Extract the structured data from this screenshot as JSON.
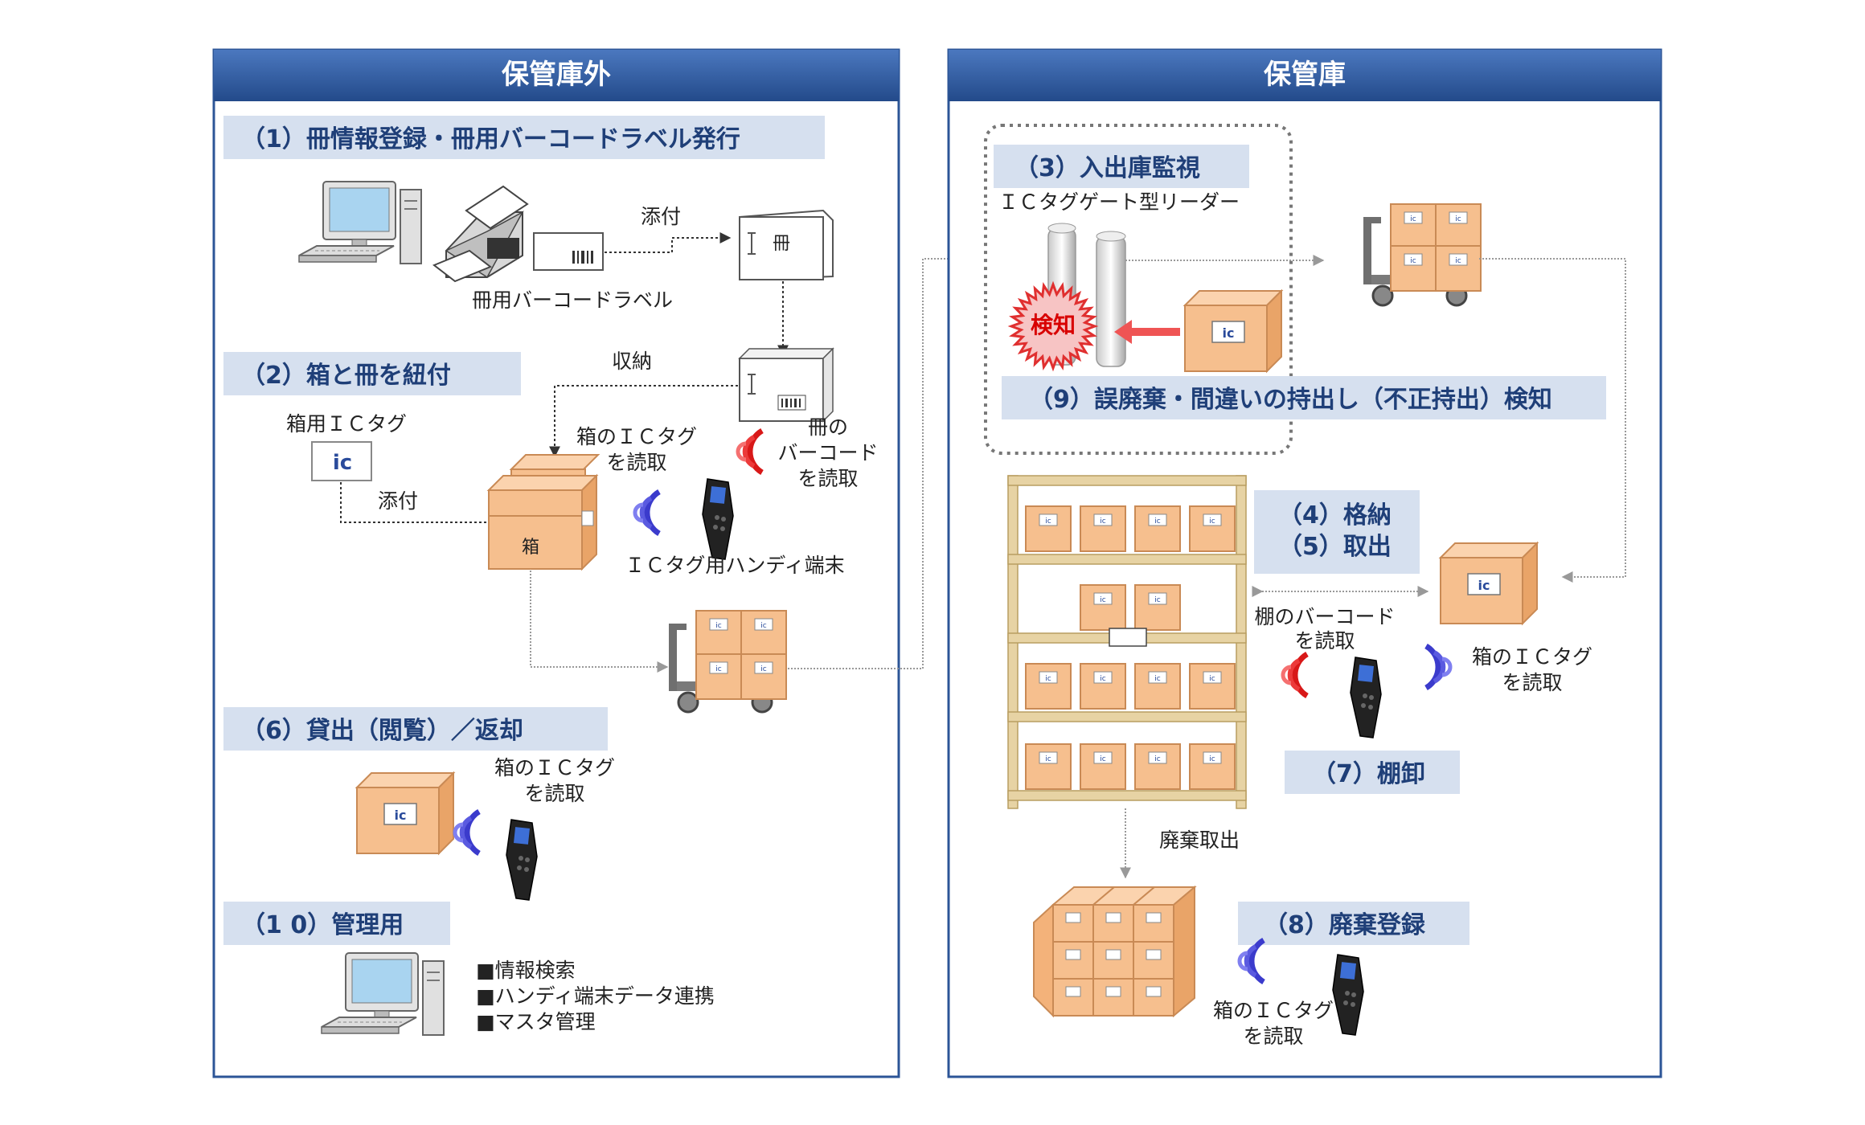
{
  "panels": {
    "outside": {
      "title": "保管庫外"
    },
    "inside": {
      "title": "保管庫"
    }
  },
  "sections": {
    "s1": "（1）冊情報登録・冊用バーコードラベル発行",
    "s2": "（2）箱と冊を紐付",
    "s3": "（3）入出庫監視",
    "s45a": "（4）格納",
    "s45b": "（5）取出",
    "s6": "（6）貸出（閲覧）／返却",
    "s7": "（7）棚卸",
    "s8": "（8）廃棄登録",
    "s9": "（9）誤廃棄・間違いの持出し（不正持出）検知",
    "s10": "（1 0）管理用"
  },
  "labels": {
    "attach_top": "添付",
    "barcode_label": "冊用バーコードラベル",
    "book_char": "冊",
    "storage": "収納",
    "box_ic_tag": "箱用ＩＣタグ",
    "attach_left": "添付",
    "read_box_ic_a": "箱のＩＣタグ",
    "read_box_ic_b": "を読取",
    "book_bc_a": "冊の",
    "book_bc_b": "バーコード",
    "book_bc_c": "を読取",
    "box_char": "箱",
    "handy": "ＩＣタグ用ハンディ端末",
    "read6_a": "箱のＩＣタグ",
    "read6_b": "を読取",
    "bullet1": "■情報検索",
    "bullet2": "■ハンディ端末データ連携",
    "bullet3": "■マスタ管理",
    "gate_reader": "ＩＣタグゲート型リーダー",
    "detect": "検知",
    "shelf_bc_a": "棚のバーコード",
    "shelf_bc_b": "を読取",
    "read_right_a": "箱のＩＣタグ",
    "read_right_b": "を読取",
    "disposal_out": "廃棄取出",
    "read8_a": "箱のＩＣタグ",
    "read8_b": "を読取",
    "ic_mark": "ic"
  },
  "colors": {
    "header": "#2c5597",
    "section_bg": "#d6e0ef",
    "section_text": "#1f3f78",
    "box_front": "#f6bf8e",
    "box_edge": "#c98a55",
    "shelf": "#e7d3a4",
    "signal_blue": "#3b3bcc",
    "signal_red": "#e02020"
  },
  "icons": [
    "computer-icon",
    "printer-icon",
    "handheld-terminal-icon",
    "cart-icon",
    "shelf-icon",
    "ic-tag-icon",
    "gate-reader-icon"
  ]
}
